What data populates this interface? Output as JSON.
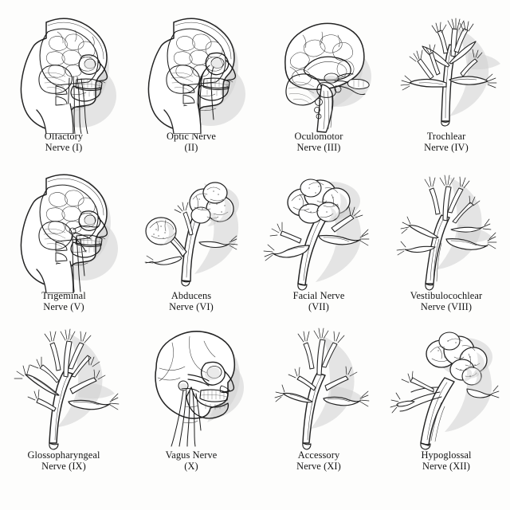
{
  "figure": {
    "type": "anatomical-illustration-grid",
    "style": "pencil and ink line drawing",
    "background_color": "#fdfdfc",
    "ink_color": "#1b1b1b",
    "shadow_color": "#cfcfcf",
    "columns": 4,
    "rows": 3,
    "panel_count": 12
  },
  "panels": [
    {
      "index": 1,
      "numeral": "I",
      "name": "Olfactory Nerve",
      "caption_line1": "Olfactory",
      "caption_line2": "Nerve (I)",
      "artwork": "sagittal-head-brain-skull-spine"
    },
    {
      "index": 2,
      "numeral": "II",
      "name": "Optic Nerve",
      "caption_line1": "Optic Nerve",
      "caption_line2": "(II)",
      "artwork": "sagittal-head-brain-skull-spine"
    },
    {
      "index": 3,
      "numeral": "III",
      "name": "Oculomotor Nerve",
      "caption_line1": "Oculomotor",
      "caption_line2": "Nerve (III)",
      "artwork": "midsagittal-brain-with-brainstem"
    },
    {
      "index": 4,
      "numeral": "IV",
      "name": "Trochlear Nerve",
      "caption_line1": "Trochlear",
      "caption_line2": "Nerve (IV)",
      "artwork": "branching-nerve-tree"
    },
    {
      "index": 5,
      "numeral": "V",
      "name": "Trigeminal Nerve",
      "caption_line1": "Trigeminal",
      "caption_line2": "Nerve (V)",
      "artwork": "sagittal-head-brain-skull-spine"
    },
    {
      "index": 6,
      "numeral": "VI",
      "name": "Abducens Nerve",
      "caption_line1": "Abducens",
      "caption_line2": "Nerve (VI)",
      "artwork": "nerve-tree-with-two-ganglion-bulbs"
    },
    {
      "index": 7,
      "numeral": "VII",
      "name": "Facial Nerve",
      "caption_line1": "Facial Nerve",
      "caption_line2": "(VII)",
      "artwork": "nerve-tree-with-large-lobed-mass"
    },
    {
      "index": 8,
      "numeral": "VIII",
      "name": "Vestibulocochlear Nerve",
      "caption_line1": "Vestibulocochlear",
      "caption_line2": "Nerve (VIII)",
      "artwork": "branching-nerve-tree"
    },
    {
      "index": 9,
      "numeral": "IX",
      "name": "Glossopharyngeal Nerve",
      "caption_line1": "Glossopharyngeal",
      "caption_line2": "Nerve (IX)",
      "artwork": "branching-nerve-tree"
    },
    {
      "index": 10,
      "numeral": "X",
      "name": "Vagus Nerve",
      "caption_line1": "Vagus Nerve",
      "caption_line2": "(X)",
      "artwork": "lateral-skull-with-nerve-strands"
    },
    {
      "index": 11,
      "numeral": "XI",
      "name": "Accessory Nerve",
      "caption_line1": "Accessory",
      "caption_line2": "Nerve (XI)",
      "artwork": "branching-nerve-tree"
    },
    {
      "index": 12,
      "numeral": "XII",
      "name": "Hypoglossal Nerve",
      "caption_line1": "Hypoglossal",
      "caption_line2": "Nerve (XII)",
      "artwork": "nerve-bundle-with-lobed-mass"
    }
  ]
}
